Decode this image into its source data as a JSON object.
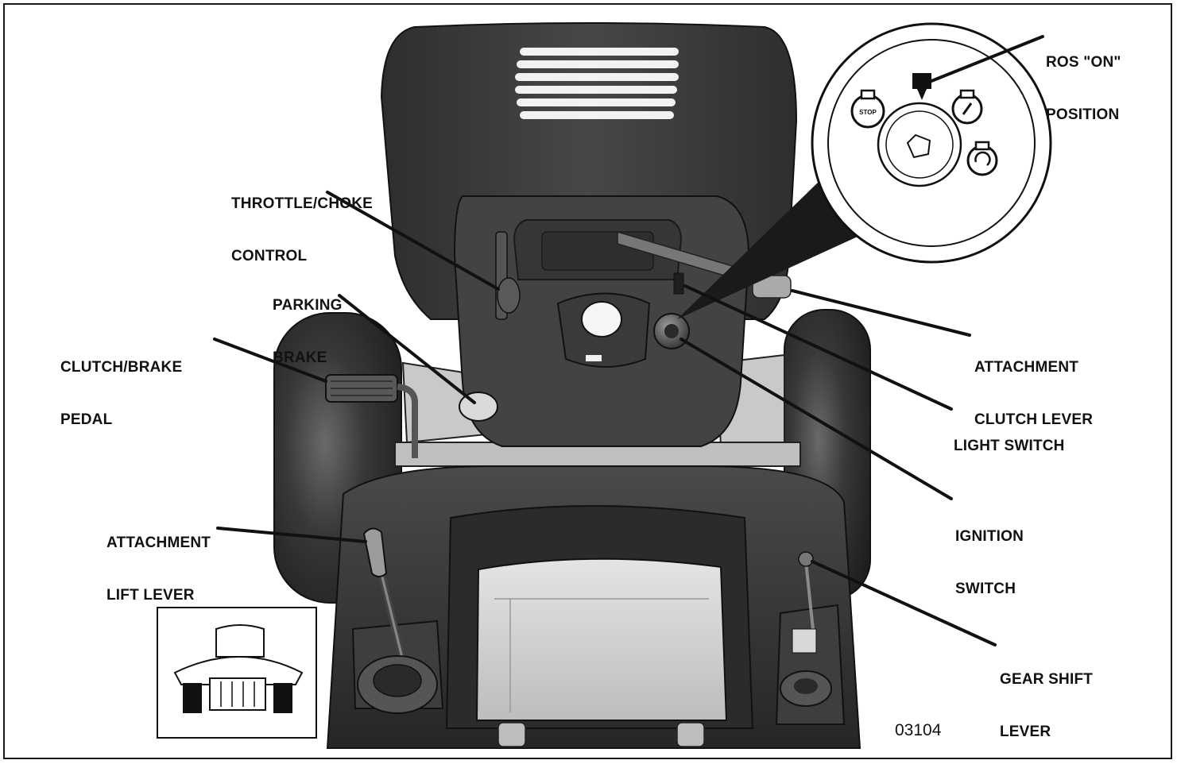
{
  "figure_id": "03104",
  "callouts": {
    "ros_on_position": [
      "ROS \"ON\"",
      "POSITION"
    ],
    "throttle_choke": [
      "THROTTLE/CHOKE",
      "CONTROL"
    ],
    "parking_brake": [
      "PARKING",
      "BRAKE"
    ],
    "clutch_brake": [
      "CLUTCH/BRAKE",
      "PEDAL"
    ],
    "attachment_clutch": [
      "ATTACHMENT",
      "CLUTCH LEVER"
    ],
    "light_switch": [
      "LIGHT SWITCH"
    ],
    "ignition_switch": [
      "IGNITION",
      "SWITCH"
    ],
    "attachment_lift": [
      "ATTACHMENT",
      "LIFT LEVER"
    ],
    "gear_shift": [
      "GEAR SHIFT",
      "LEVER"
    ]
  },
  "ignition_dial": {
    "stop_label": "STOP"
  },
  "colors": {
    "body": "#3c3c3c",
    "body_dark": "#2b2b2b",
    "tire": "#303030",
    "seat": "#d6d6d6",
    "outline": "#111111"
  }
}
